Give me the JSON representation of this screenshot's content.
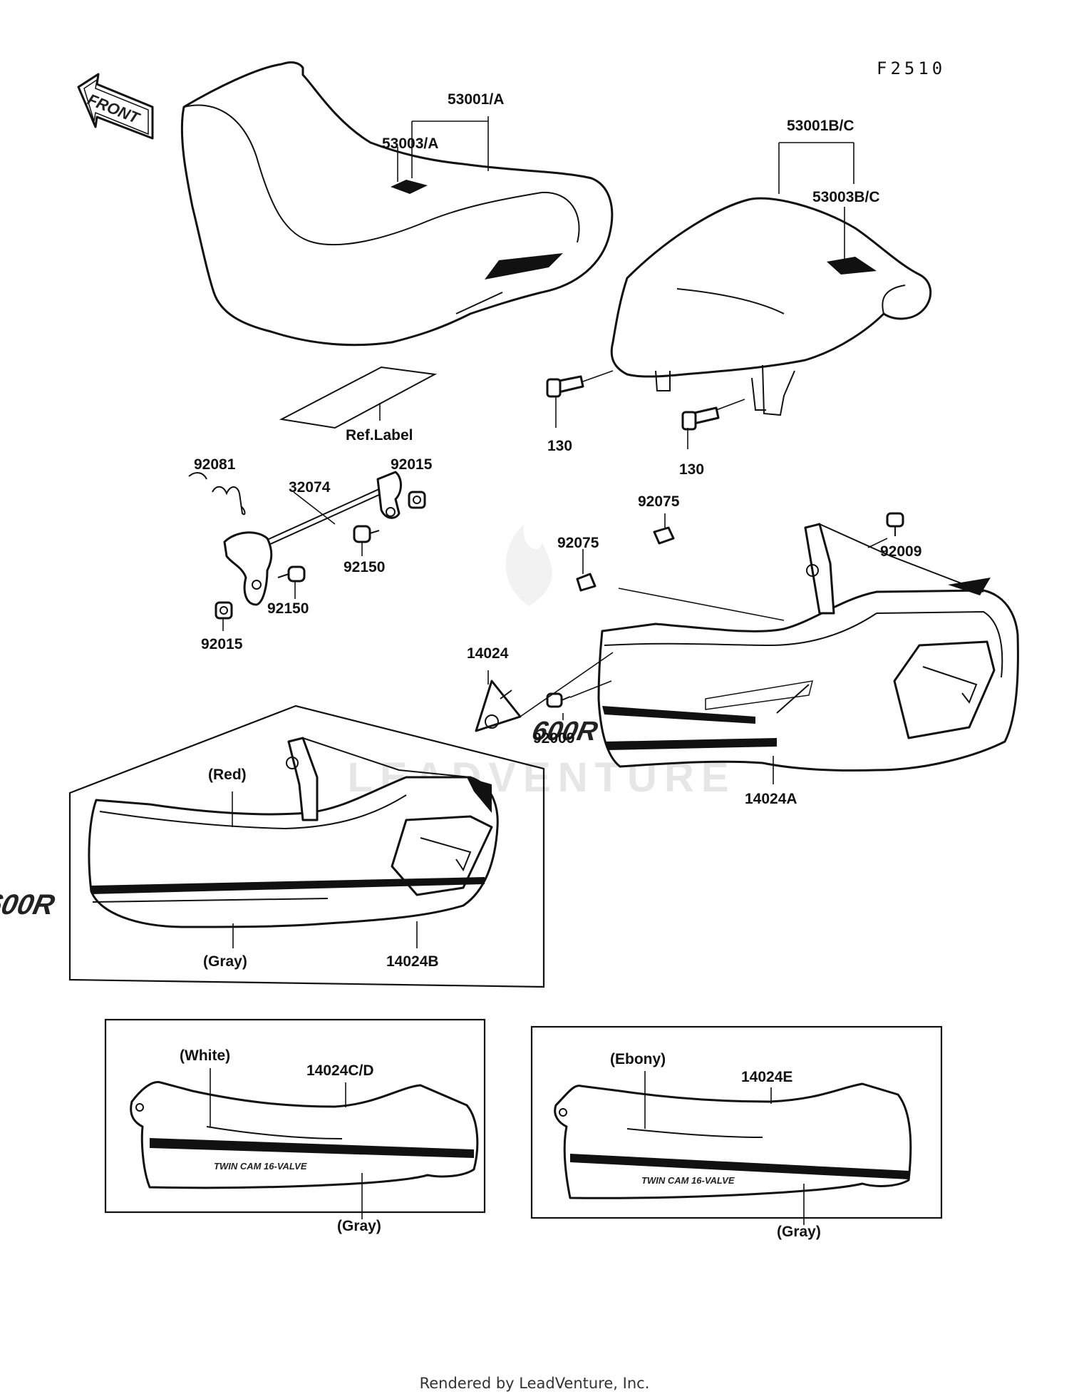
{
  "figure_code": "F2510",
  "front_tag": "FRONT",
  "decal_600r": "600R",
  "decal_twin_cam": "TWIN CAM 16-VALVE",
  "watermark": "LEADVENTURE",
  "footer": "Rendered by LeadVenture, Inc.",
  "labels": {
    "p53001a": "53001/A",
    "p53003a": "53003/A",
    "p53001bc": "53001B/C",
    "p53003bc": "53003B/C",
    "ref_label": "Ref.Label",
    "p130_a": "130",
    "p130_b": "130",
    "p92081": "92081",
    "p32074": "32074",
    "p92015_a": "92015",
    "p92015_b": "92015",
    "p92150_a": "92150",
    "p92150_b": "92150",
    "p92075_a": "92075",
    "p92075_b": "92075",
    "p92009_a": "92009",
    "p92009_b": "92009",
    "p14024": "14024",
    "p14024a": "14024A",
    "p14024b": "14024B",
    "p14024cd": "14024C/D",
    "p14024e": "14024E"
  },
  "colors": {
    "red": "(Red)",
    "gray_b": "(Gray)",
    "white": "(White)",
    "gray_cd": "(Gray)",
    "ebony": "(Ebony)",
    "gray_e": "(Gray)"
  }
}
